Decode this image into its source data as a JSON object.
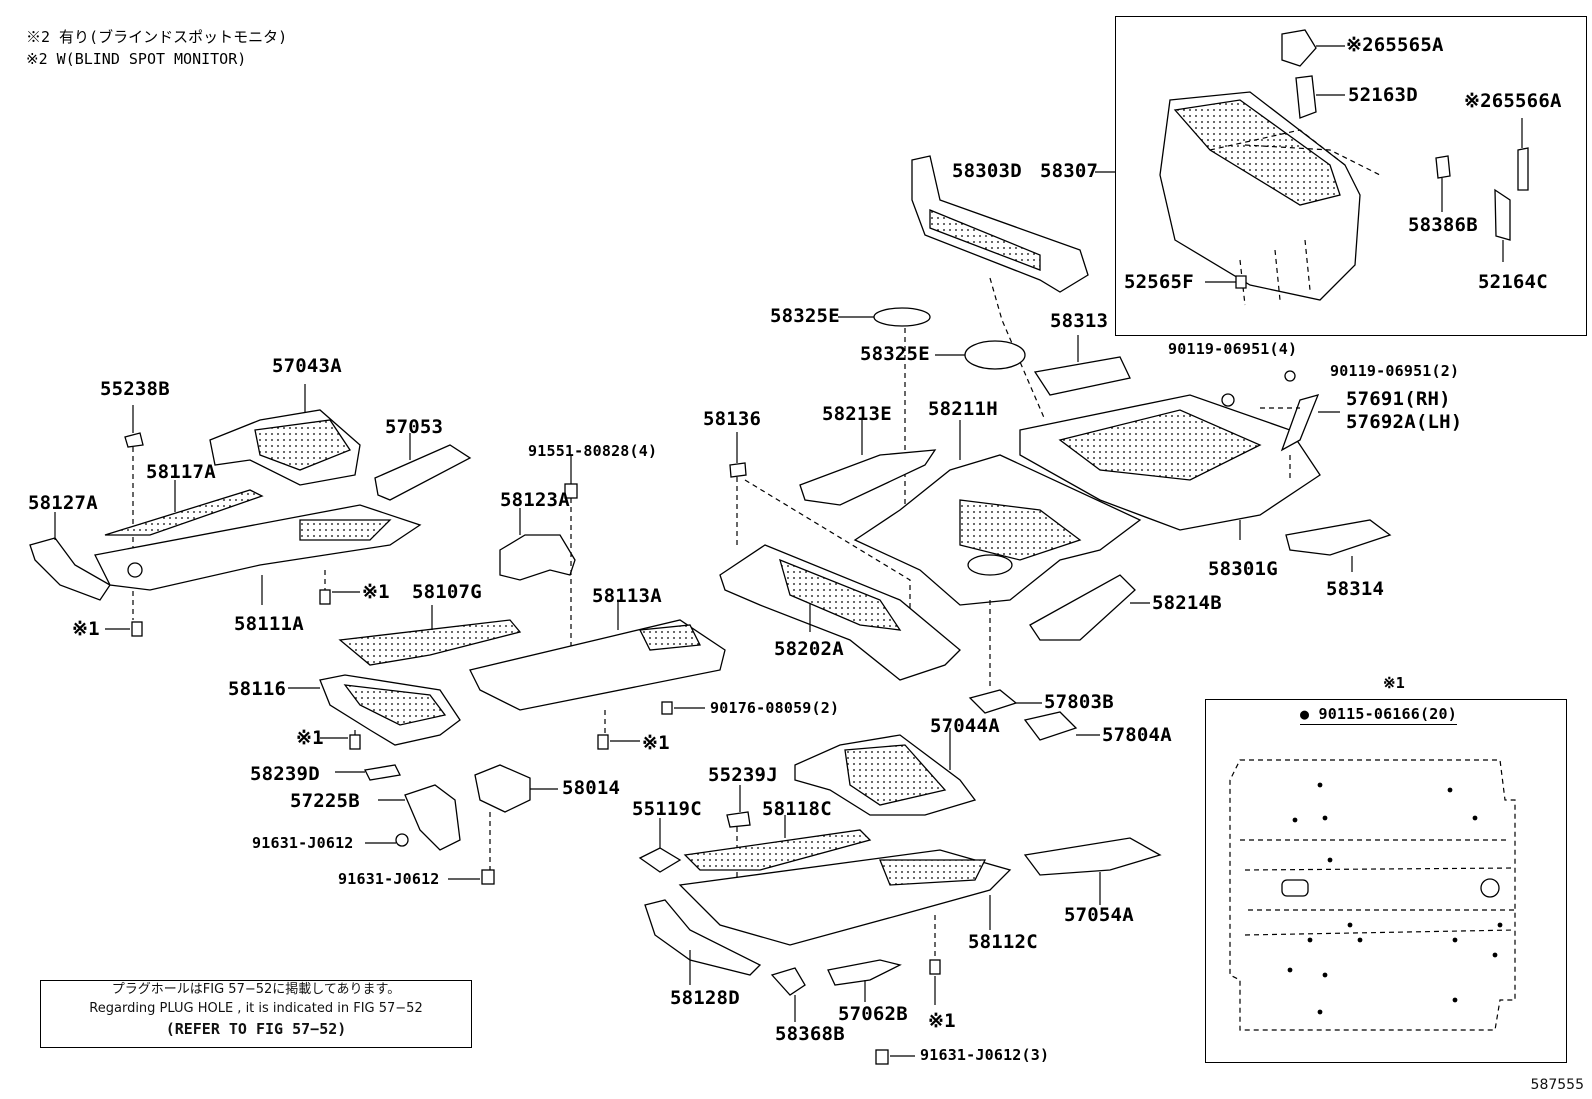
{
  "notes": {
    "line1": "※2 有り(ブラインドスポットモニタ)",
    "line2": "※2 W(BLIND SPOT MONITOR)"
  },
  "reference_box": {
    "jp": "プラグホールはFIG 57−52に掲載してあります。",
    "en": "Regarding  PLUG  HOLE , it is indicated in FIG  57−52",
    "refer": "(REFER TO FIG 57−52)"
  },
  "inset_1": {
    "marker": "※1",
    "bolt_label": "● 90115-06166(20)"
  },
  "figure_number": "587555",
  "parts": {
    "p65565A": "※265565A",
    "p52163D": "52163D",
    "p65566A": "※265566A",
    "p58303D": "58303D",
    "p58307": "58307",
    "p58386B": "58386B",
    "p52565F": "52565F",
    "p52164C": "52164C",
    "p58325E_1": "58325E",
    "p58313": "58313",
    "p58325E_2": "58325E",
    "p90119_4": "90119-06951(4)",
    "p90119_2": "90119-06951(2)",
    "p57691": "57691(RH)",
    "p57692A": "57692A(LH)",
    "p57043A": "57043A",
    "p55238B": "55238B",
    "p57053": "57053",
    "p58117A": "58117A",
    "p58127A": "58127A",
    "p91551": "91551-80828(4)",
    "p58136": "58136",
    "p58213E": "58213E",
    "p58211H": "58211H",
    "p58123A": "58123A",
    "p58111A": "58111A",
    "p_x1_a": "※1",
    "p_x1_b": "※1",
    "p58107G": "58107G",
    "p58113A": "58113A",
    "p58301G": "58301G",
    "p58314": "58314",
    "p58214B": "58214B",
    "p58202A": "58202A",
    "p58116": "58116",
    "p90176": "90176-08059(2)",
    "p57803B": "57803B",
    "p_x1_c": "※1",
    "p_x1_d": "※1",
    "p57044A": "57044A",
    "p57804A": "57804A",
    "p58239D": "58239D",
    "p55239J": "55239J",
    "p58014": "58014",
    "p57225B": "57225B",
    "p55119C": "55119C",
    "p58118C": "58118C",
    "p91631_a": "91631-J0612",
    "p91631_b": "91631-J0612",
    "p57054A": "57054A",
    "p58112C": "58112C",
    "p58128D": "58128D",
    "p58368B": "58368B",
    "p57062B": "57062B",
    "p_x1_e": "※1",
    "p91631_c": "91631-J0612(3)"
  }
}
